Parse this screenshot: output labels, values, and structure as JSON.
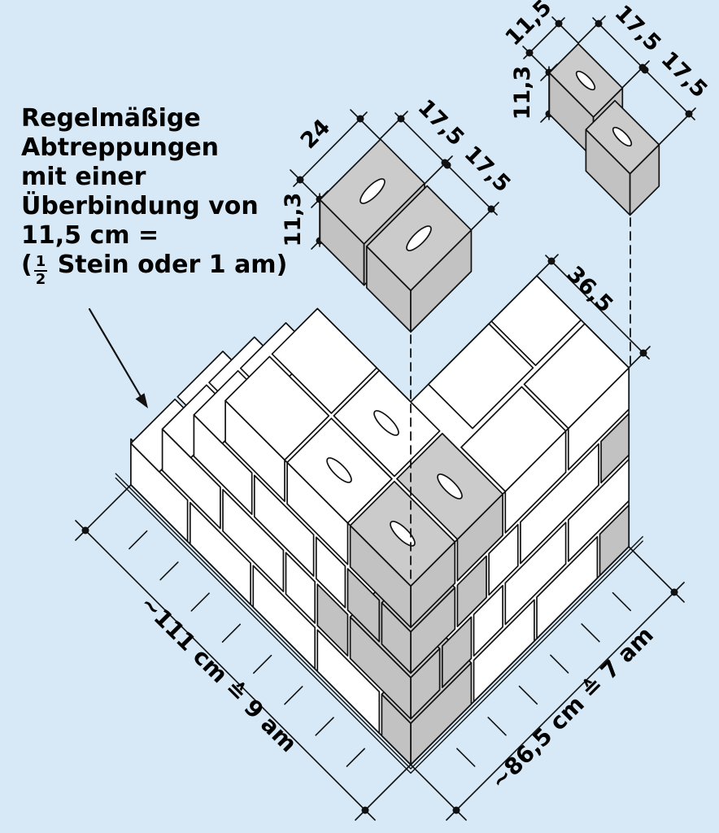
{
  "figure": {
    "kind": "masonry-corner-axonometric-diagram",
    "language": "de"
  },
  "colors": {
    "background": "#d7e9f6",
    "brick_white": "#ffffff",
    "brick_gray_top": "#cbcbcb",
    "brick_gray_side": "#c2c2c2",
    "line": "#111111"
  },
  "annotation": {
    "line1": "Regelmäßige",
    "line2": "Abtreppungen",
    "line3": "mit einer",
    "line4": "Überbindung von",
    "line5": "11,5 cm =",
    "line6_prefix": "(",
    "fraction_numerator": "1",
    "fraction_denominator": "2",
    "line6_suffix": " Stein oder 1 am)"
  },
  "dimensions": {
    "brick_length": "24",
    "brick_height": "11,3",
    "half_brick": "11,5",
    "three_quarter": "17,5",
    "wall_thickness": "36,5",
    "left_wall": "~111 cm ≙ 9 am",
    "right_wall": "~86,5 cm ≙ 7 am"
  }
}
